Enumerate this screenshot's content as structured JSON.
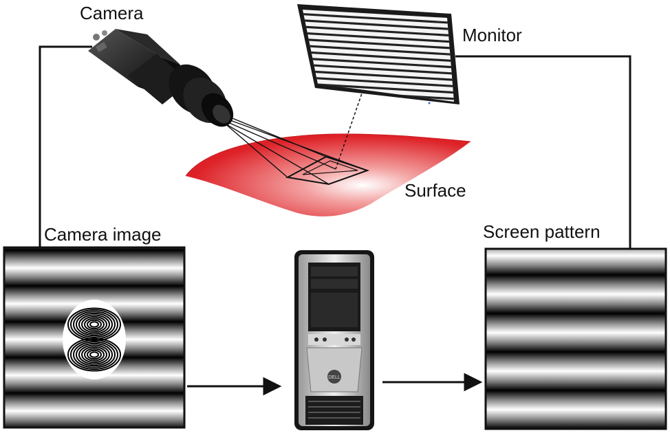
{
  "labels": {
    "camera": "Camera",
    "monitor": "Monitor",
    "surface": "Surface",
    "camera_image": "Camera image",
    "screen_pattern": "Screen pattern"
  },
  "colors": {
    "surface_red": "#e0262b",
    "line": "#111111",
    "monitor_frame": "#1a1a1a"
  },
  "icons": {
    "camera": "industrial-camera-icon",
    "monitor": "monitor-icon",
    "computer": "tower-pc-icon"
  }
}
